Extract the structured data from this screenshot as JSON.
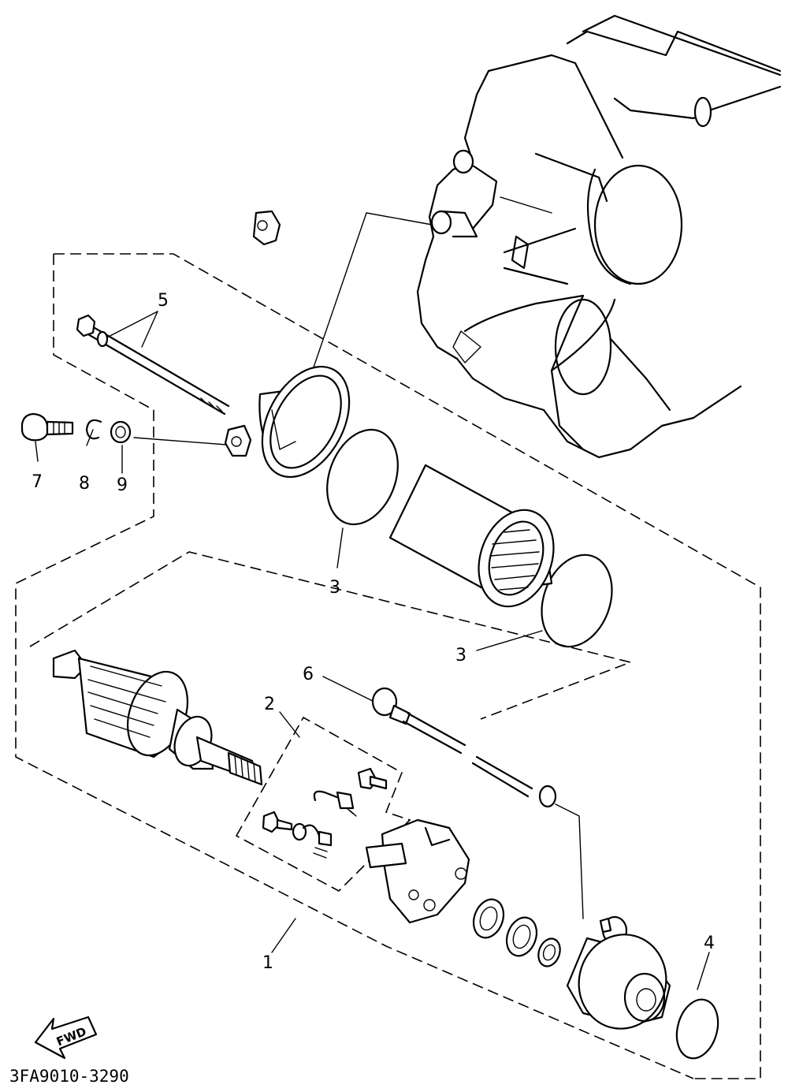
{
  "callouts": {
    "c1": "1",
    "c2": "2",
    "c3a": "3",
    "c3b": "3",
    "c4": "4",
    "c5": "5",
    "c6": "6",
    "c7": "7",
    "c8": "8",
    "c9": "9"
  },
  "fwd_label": "FWD",
  "diagram_code": "3FA9010-3290"
}
